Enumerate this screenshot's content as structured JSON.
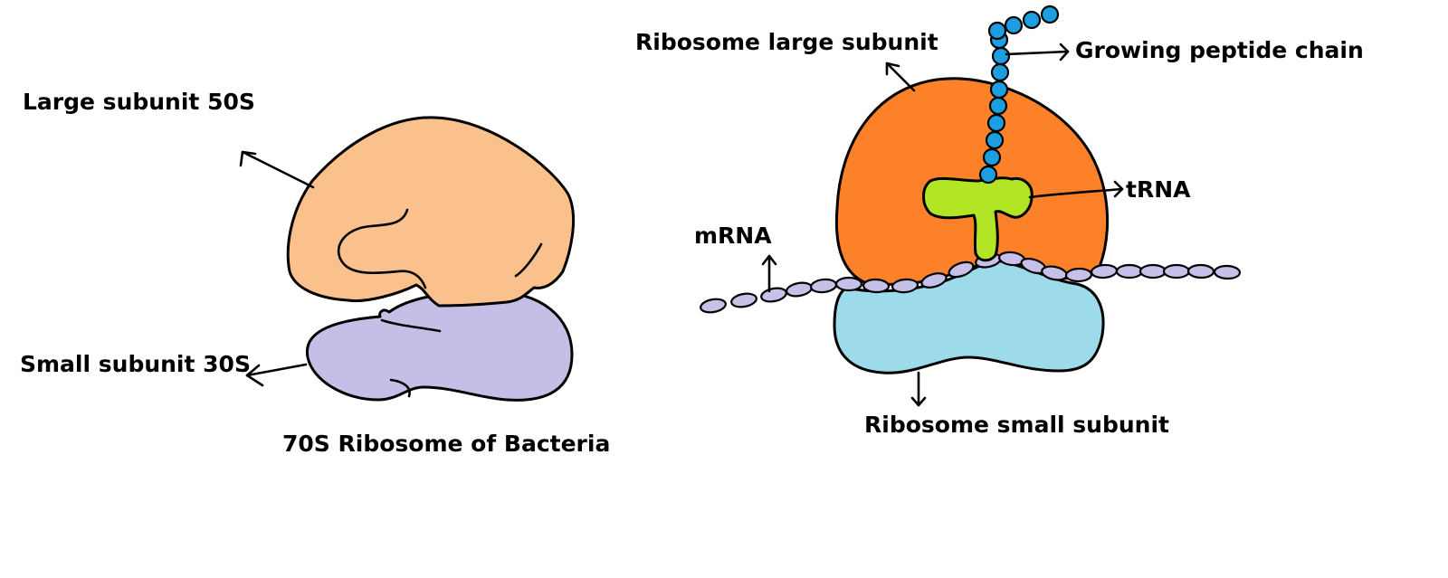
{
  "labels": {
    "large_subunit_50s": "Large subunit 50S",
    "small_subunit_30s": "Small subunit 30S",
    "ribosome_70s": "70S Ribosome of Bacteria",
    "ribosome_large_subunit": "Ribosome large subunit",
    "growing_peptide_chain": "Growing peptide chain",
    "trna": "tRNA",
    "mrna": "mRNA",
    "ribosome_small_subunit": "Ribosome small subunit"
  },
  "colors": {
    "large_subunit_50s": "#fac18d",
    "small_subunit_30s": "#c4bfe6",
    "ribosome_large": "#fc8128",
    "ribosome_small": "#9ddbeb",
    "trna": "#b2e624",
    "peptide_bead": "#1d9ee0",
    "mrna_bead": "#c7c0e8"
  }
}
